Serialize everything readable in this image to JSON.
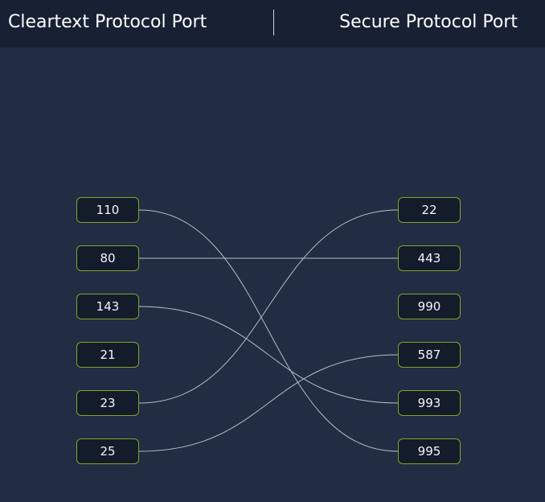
{
  "header": {
    "left_title": "Cleartext Protocol Port",
    "right_title": "Secure Protocol Port"
  },
  "cleartext_ports": [
    {
      "id": "c110",
      "label": "110"
    },
    {
      "id": "c80",
      "label": "80"
    },
    {
      "id": "c143",
      "label": "143"
    },
    {
      "id": "c21",
      "label": "21"
    },
    {
      "id": "c23",
      "label": "23"
    },
    {
      "id": "c25",
      "label": "25"
    }
  ],
  "secure_ports": [
    {
      "id": "s22",
      "label": "22"
    },
    {
      "id": "s443",
      "label": "443"
    },
    {
      "id": "s990",
      "label": "990"
    },
    {
      "id": "s587",
      "label": "587"
    },
    {
      "id": "s993",
      "label": "993"
    },
    {
      "id": "s995",
      "label": "995"
    }
  ],
  "connections": [
    {
      "from": "110",
      "to": "995"
    },
    {
      "from": "80",
      "to": "443"
    },
    {
      "from": "143",
      "to": "993"
    },
    {
      "from": "23",
      "to": "22"
    },
    {
      "from": "25",
      "to": "587"
    }
  ],
  "colors": {
    "background": "#222c42",
    "header": "#182033",
    "port_border": "#7fa62d",
    "port_fill": "#141b2b",
    "line": "#b6bcc9"
  }
}
